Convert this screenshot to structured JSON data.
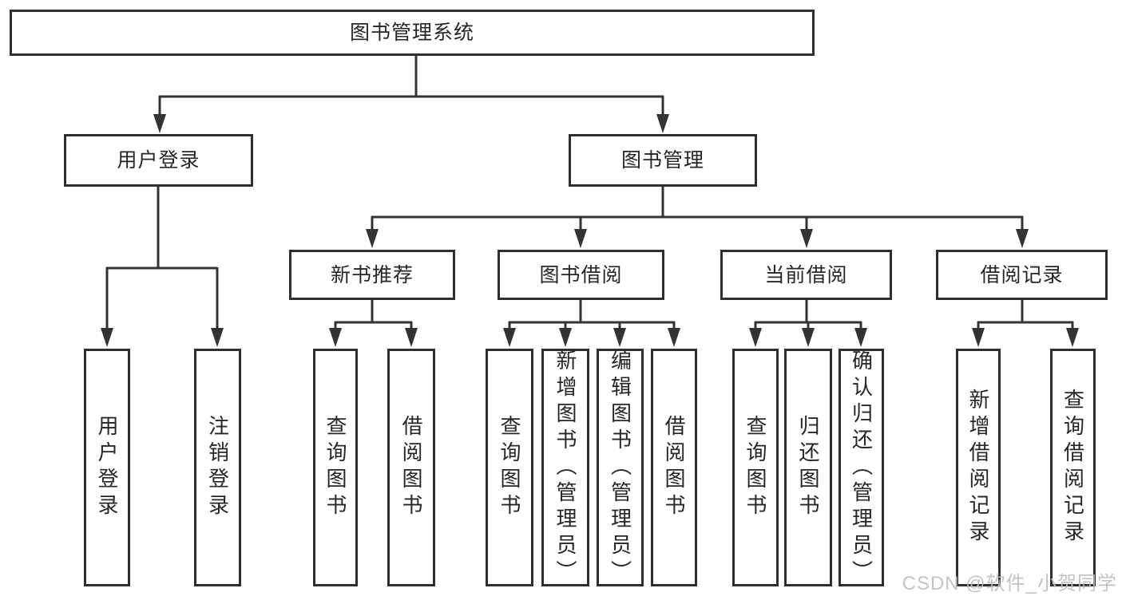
{
  "diagram": {
    "title": "functional-structure-diagram",
    "root": {
      "label": "图书管理系统"
    },
    "level2": [
      {
        "label": "用户登录"
      },
      {
        "label": "图书管理"
      }
    ],
    "level3": [
      {
        "label": "新书推荐"
      },
      {
        "label": "图书借阅"
      },
      {
        "label": "当前借阅"
      },
      {
        "label": "借阅记录"
      }
    ],
    "leaves": {
      "user_login": [
        "用户登录",
        "注销登录"
      ],
      "new_book": [
        "查询图书",
        "借阅图书"
      ],
      "book_borrow": [
        "查询图书",
        "新增图书（管理员）",
        "编辑图书（管理员）",
        "借阅图书"
      ],
      "current_borrow": [
        "查询图书",
        "归还图书",
        "确认归还（管理员）"
      ],
      "borrow_record": [
        "新增借阅记录",
        "查询借阅记录"
      ]
    }
  },
  "watermark": "CSDN @软件_小贺同学",
  "colors": {
    "line": "#333333",
    "border": "#2f2f2f",
    "text": "#262626",
    "background": "#ffffff",
    "watermark": "#bdbdbd"
  }
}
